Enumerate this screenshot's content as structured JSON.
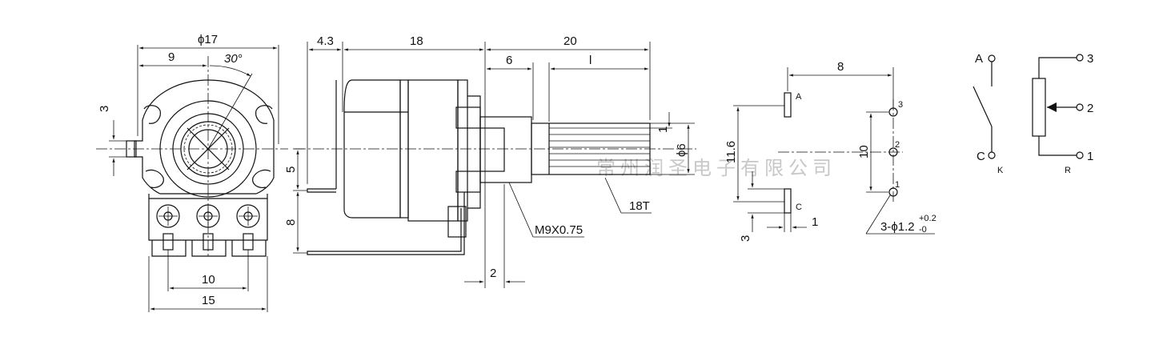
{
  "dimensions": {
    "front_diameter": "ϕ17",
    "front_half": "9",
    "angle": "30°",
    "bushing_offset": "3",
    "pin_pitch": "10",
    "body_width": "15",
    "side_bushing_len": "4.3",
    "side_body_len": "18",
    "side_shaft_len": "20",
    "side_flat_len": "6",
    "side_knurl_len": "l",
    "side_flat_depth": "1",
    "shaft_dia": "ϕ6",
    "side_upper": "5",
    "side_lower": "8",
    "side_tab": "2",
    "thread_label": "M9X0.75",
    "knurl_label": "18T",
    "pcb_spacing": "8",
    "pcb_height": "11.6",
    "pcb_pitch": "10",
    "pcb_lower": "3",
    "pcb_tab": "1",
    "hole_label": "3-ϕ1.2",
    "hole_tol_upper": "+0.2",
    "hole_tol_lower": "-0"
  },
  "pcb_labels": {
    "a": "A",
    "c": "C",
    "pin3": "3",
    "pin2": "2",
    "pin1": "1"
  },
  "schematic": {
    "switch_a": "A",
    "switch_c": "C",
    "switch_label": "K",
    "pot_label": "R",
    "pin3": "3",
    "pin2": "2",
    "pin1": "1"
  },
  "watermark": "常州润圣电子有限公司",
  "icons": [
    "potentiometer-front-view",
    "potentiometer-side-view",
    "pcb-footprint",
    "switch-symbol",
    "resistor-symbol"
  ]
}
